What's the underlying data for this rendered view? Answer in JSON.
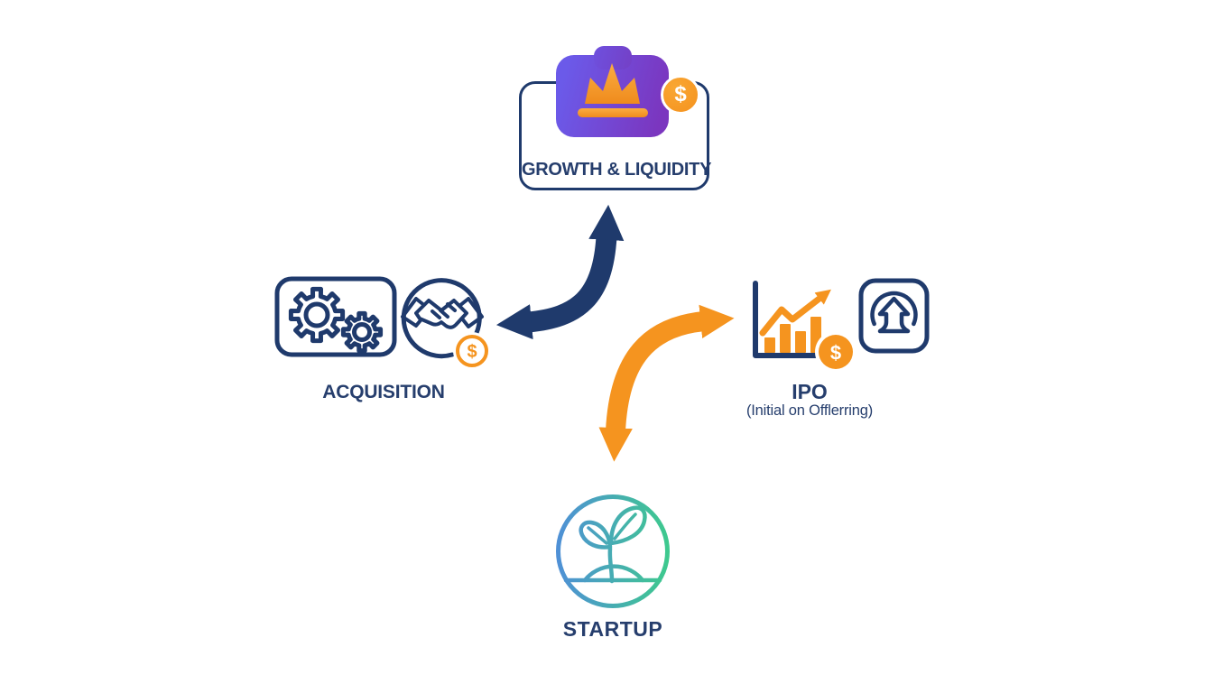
{
  "colors": {
    "background": "#ffffff",
    "navy": "#1f3a6c",
    "text_navy": "#263e6d",
    "orange": "#f5941f",
    "crown_orange_light": "#fbad41",
    "crown_orange_deep": "#ef8b1d",
    "coin_orange": "#f5921e",
    "purple_start": "#6b5ae9",
    "purple_end": "#7b36bf",
    "sprout_blue": "#4f90d6",
    "sprout_green": "#3ec98e"
  },
  "diagram": {
    "growth": {
      "label": "GROWTH & LIQUIDITY"
    },
    "acquisition": {
      "label": "ACQUISITION"
    },
    "ipo": {
      "label": "IPO",
      "sublabel": "(Initial on Offlerring)"
    },
    "startup": {
      "label": "STARTUP"
    },
    "coin_symbol": "$"
  },
  "icons": {
    "crown-icon": "crown (svg shape)",
    "dollar-coin-icon": "$",
    "gears-icon": "two cogs (svg shape)",
    "handshake-icon": "handshake in circle (svg shape)",
    "growth-chart-icon": "rising bar chart with arrow (svg shape)",
    "launch-icon": "up arrow under arch (svg shape)",
    "seedling-icon": "sprout in gradient circle (svg shape)"
  }
}
